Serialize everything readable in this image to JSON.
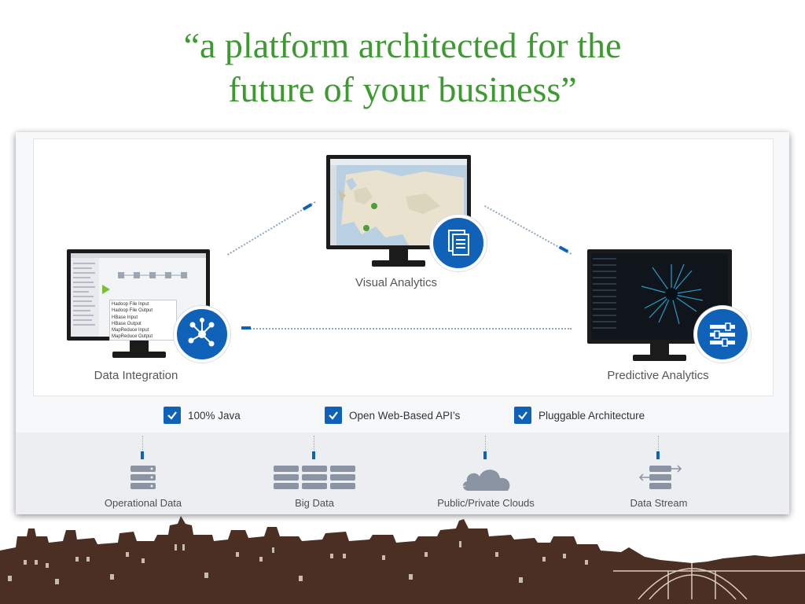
{
  "title": {
    "line1": "“a platform architected for the",
    "line2": "future of your business”"
  },
  "nodes": {
    "data_integration": {
      "label": "Data Integration",
      "badge_icon": "network-hub-icon",
      "menu_items": [
        "Hadoop File Input",
        "Hadoop File Output",
        "HBase Input",
        "HBase Output",
        "MapReduce Input",
        "MapReduce Output"
      ]
    },
    "visual_analytics": {
      "label": "Visual Analytics",
      "badge_icon": "documents-icon"
    },
    "predictive_analytics": {
      "label": "Predictive Analytics",
      "badge_icon": "sliders-icon"
    }
  },
  "features": [
    {
      "label": "100% Java",
      "icon": "checkbox-checked-icon"
    },
    {
      "label": "Open Web-Based API’s",
      "icon": "checkbox-checked-icon"
    },
    {
      "label": "Pluggable Architecture",
      "icon": "checkbox-checked-icon"
    }
  ],
  "sources": [
    {
      "label": "Operational Data",
      "icon": "database-stack-icon"
    },
    {
      "label": "Big Data",
      "icon": "database-cluster-icon"
    },
    {
      "label": "Public/Private Clouds",
      "icon": "cloud-icon"
    },
    {
      "label": "Data Stream",
      "icon": "stream-arrows-icon"
    }
  ],
  "colors": {
    "title_green": "#3d9a31",
    "accent_blue": "#1062b8",
    "skyline_brown": "#4a2f22"
  }
}
